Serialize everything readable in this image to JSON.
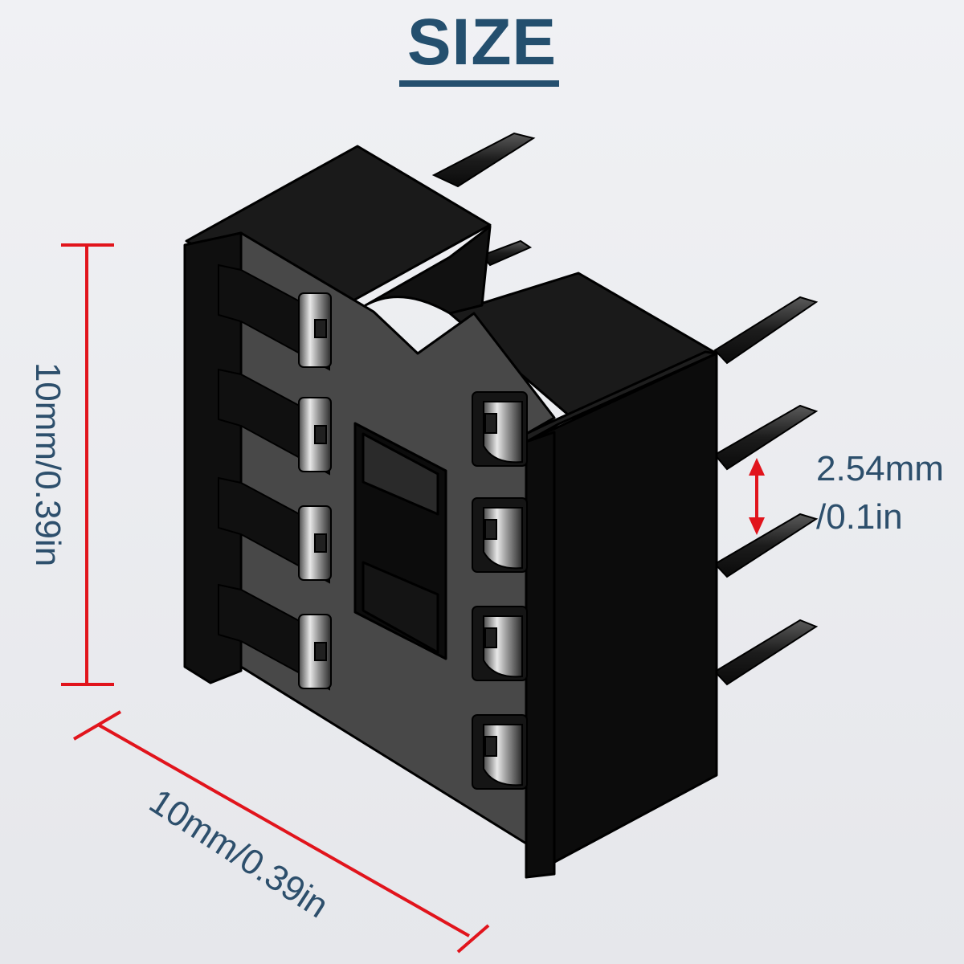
{
  "title": "SIZE",
  "dimensions": {
    "height": "10mm/0.39in",
    "depth": "10mm/0.39in",
    "pin_pitch_line1": "2.54mm",
    "pin_pitch_line2": "/0.1in"
  },
  "colors": {
    "title": "#244f6e",
    "dimension_lines": "#e1141c",
    "label_text": "#2d4f6c",
    "socket_body": "#0c0c0c"
  },
  "subject": "8-pin DIP IC socket"
}
